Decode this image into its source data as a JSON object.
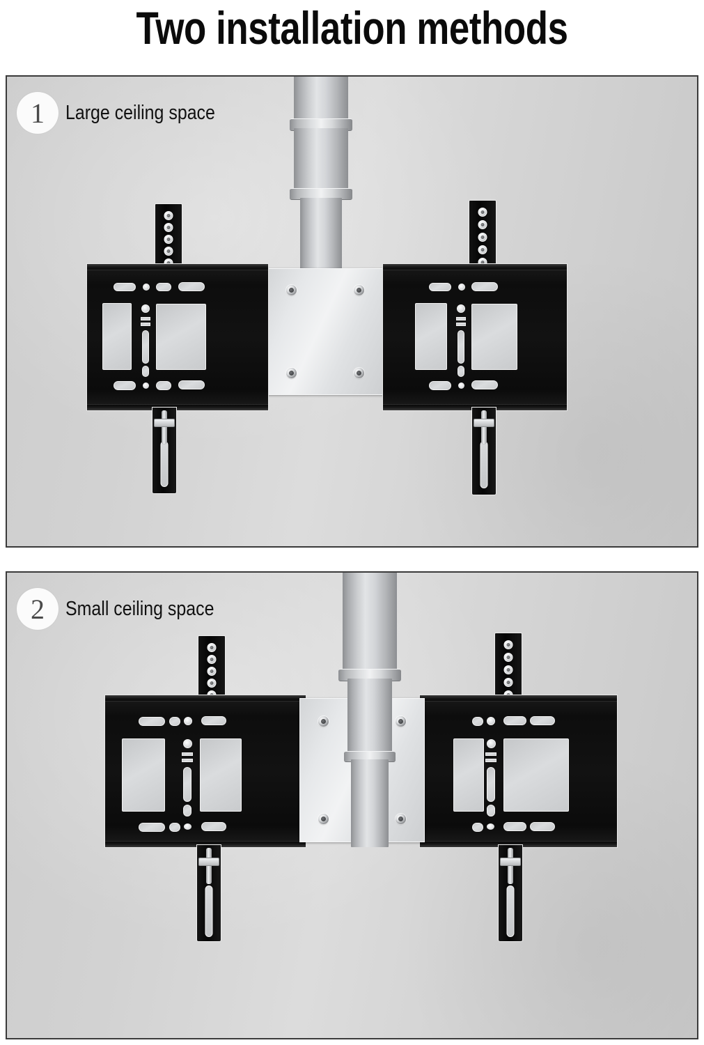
{
  "title": "Two installation methods",
  "panels": [
    {
      "number": "1",
      "label": "Large ceiling space",
      "badge_name": "step-badge-1",
      "description_name": "installation-method-large-ceiling"
    },
    {
      "number": "2",
      "label": "Small ceiling space",
      "badge_name": "step-badge-2",
      "description_name": "installation-method-small-ceiling"
    }
  ],
  "colors": {
    "panel_background": "#d4d4d4",
    "panel_border": "#3a3a3a",
    "bracket_black": "#0d0d0d",
    "pole_silver": "#c9cbce",
    "plate_silver": "#e6e8ea",
    "badge_white": "#fbfbfb",
    "title_text": "#0b0b0b"
  },
  "hardware": {
    "pole_name": "telescoping-ceiling-pole",
    "plate_name": "vesa-mounting-plate",
    "bracket_name": "tv-mount-bracket",
    "bolt_name": "hex-bolt",
    "tab_name": "vertical-mounting-tab",
    "arm_name": "tilt-adjustment-arm"
  }
}
